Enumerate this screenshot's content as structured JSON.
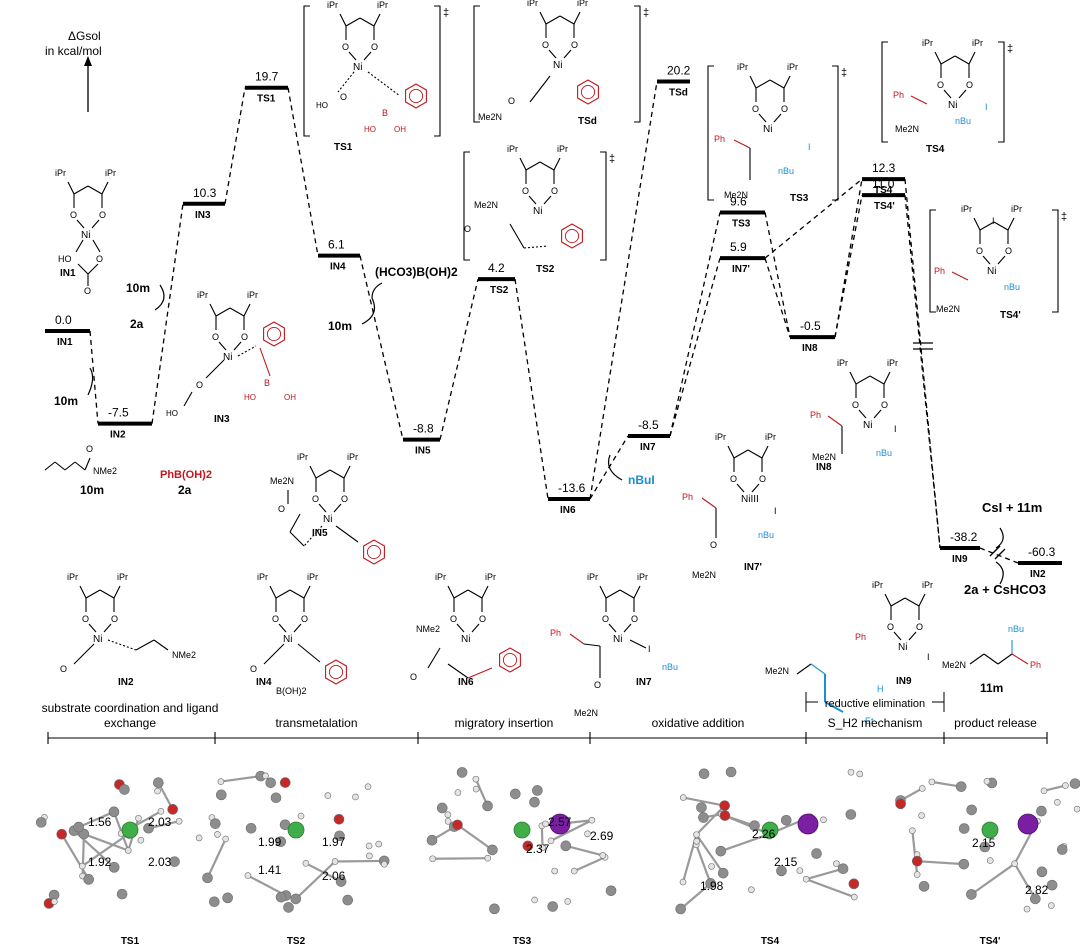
{
  "chart_data": {
    "type": "energy-profile",
    "axis_label_line1": "ΔGsol",
    "axis_label_line2": "in kcal/mol",
    "levels": [
      {
        "id": "IN1",
        "energy": "0.0"
      },
      {
        "id": "IN2",
        "energy": "-7.5"
      },
      {
        "id": "IN3",
        "energy": "10.3"
      },
      {
        "id": "TS1",
        "energy": "19.7"
      },
      {
        "id": "IN4",
        "energy": "6.1"
      },
      {
        "id": "IN5",
        "energy": "-8.8"
      },
      {
        "id": "TS2",
        "energy": "4.2"
      },
      {
        "id": "IN6",
        "energy": "-13.6"
      },
      {
        "id": "TSd",
        "energy": "20.2"
      },
      {
        "id": "IN7",
        "energy": "-8.5"
      },
      {
        "id": "IN7'",
        "energy": "5.9"
      },
      {
        "id": "TS3",
        "energy": "9.6"
      },
      {
        "id": "IN8",
        "energy": "-0.5"
      },
      {
        "id": "TS4",
        "energy": "12.3"
      },
      {
        "id": "TS4'",
        "energy": "11.0"
      },
      {
        "id": "IN9",
        "energy": "-38.2"
      },
      {
        "id": "IN2",
        "energy": "-60.3"
      }
    ],
    "reagents": {
      "r1": "10m",
      "r2": "10m",
      "r3": "2a",
      "r4": "10m",
      "r5": "(HCO3)B(OH)2",
      "r6": "nBuI",
      "r7": "CsI + 11m",
      "r8": "2a + CsHCO3"
    },
    "structures": {
      "s10m": "10m",
      "s2a": "2a",
      "s2a_formula": "PhB(OH)2",
      "s11m": "11m",
      "ligand_ipr": "iPr",
      "metal": "Ni",
      "metal_iii": "NiIII",
      "nbu": "nBu",
      "ph": "Ph",
      "iodine": "I",
      "nme2": "NMe2",
      "me2n": "Me2N",
      "boh2": "B(OH)2",
      "ts_mark": "‡",
      "names": [
        "IN1",
        "IN3",
        "IN5",
        "IN2",
        "IN4",
        "IN6",
        "IN7",
        "IN7'",
        "IN8",
        "IN9",
        "TS1",
        "TSd",
        "TS2",
        "TS3",
        "TS4",
        "TS4'"
      ]
    },
    "stages": [
      "substrate coordination and ligand exchange",
      "transmetalation",
      "migratory insertion",
      "oxidative addition",
      "S_H2 mechanism",
      "product release"
    ],
    "stage_extra": "reductive elimination",
    "ts_models": [
      {
        "name": "TS1",
        "distances": [
          "1.56",
          "2.03",
          "1.92",
          "2.03"
        ]
      },
      {
        "name": "TS2",
        "distances": [
          "1.99",
          "1.97",
          "1.41",
          "2.06"
        ]
      },
      {
        "name": "TS3",
        "distances": [
          "2.57",
          "2.37",
          "2.69"
        ]
      },
      {
        "name": "TS4",
        "distances": [
          "2.26",
          "2.15",
          "1.98"
        ]
      },
      {
        "name": "TS4'",
        "distances": [
          "2.15",
          "2.82"
        ]
      }
    ]
  }
}
